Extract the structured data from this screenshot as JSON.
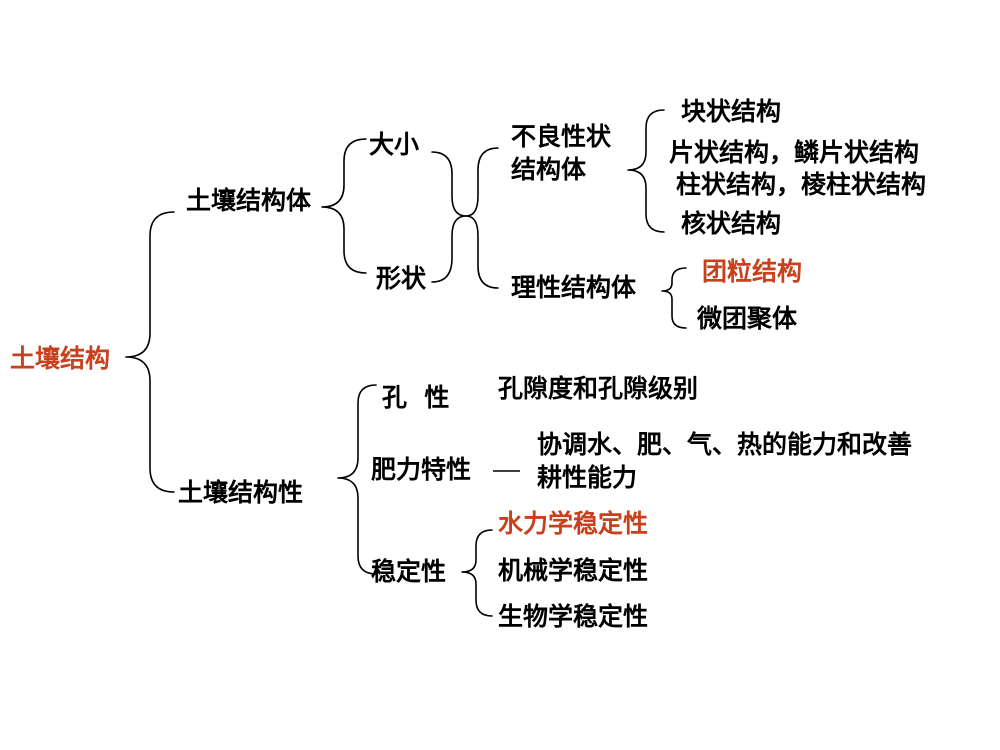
{
  "accent_color": "#c8401c",
  "root": "土壤结构",
  "structure_body": {
    "label": "土壤结构体",
    "size": "大小",
    "shape": "形状",
    "poor": {
      "label_line1": "不良性状",
      "label_line2": "结构体",
      "items": [
        "块状结构",
        "片状结构，鳞片状结构",
        "柱状结构，棱柱状结构",
        "核状结构"
      ]
    },
    "ideal": {
      "label": "理性结构体",
      "items": [
        "团粒结构",
        "微团聚体"
      ]
    }
  },
  "structure_property": {
    "label": "土壤结构性",
    "porosity": {
      "label": "孔  性",
      "desc": "孔隙度和孔隙级别"
    },
    "fertility": {
      "label": "肥力特性",
      "connector": "—",
      "desc_line1": "协调水、肥、气、热的能力和改善",
      "desc_line2": "耕性能力"
    },
    "stability": {
      "label": "稳定性",
      "items": [
        "水力学稳定性",
        "机械学稳定性",
        "生物学稳定性"
      ]
    }
  }
}
